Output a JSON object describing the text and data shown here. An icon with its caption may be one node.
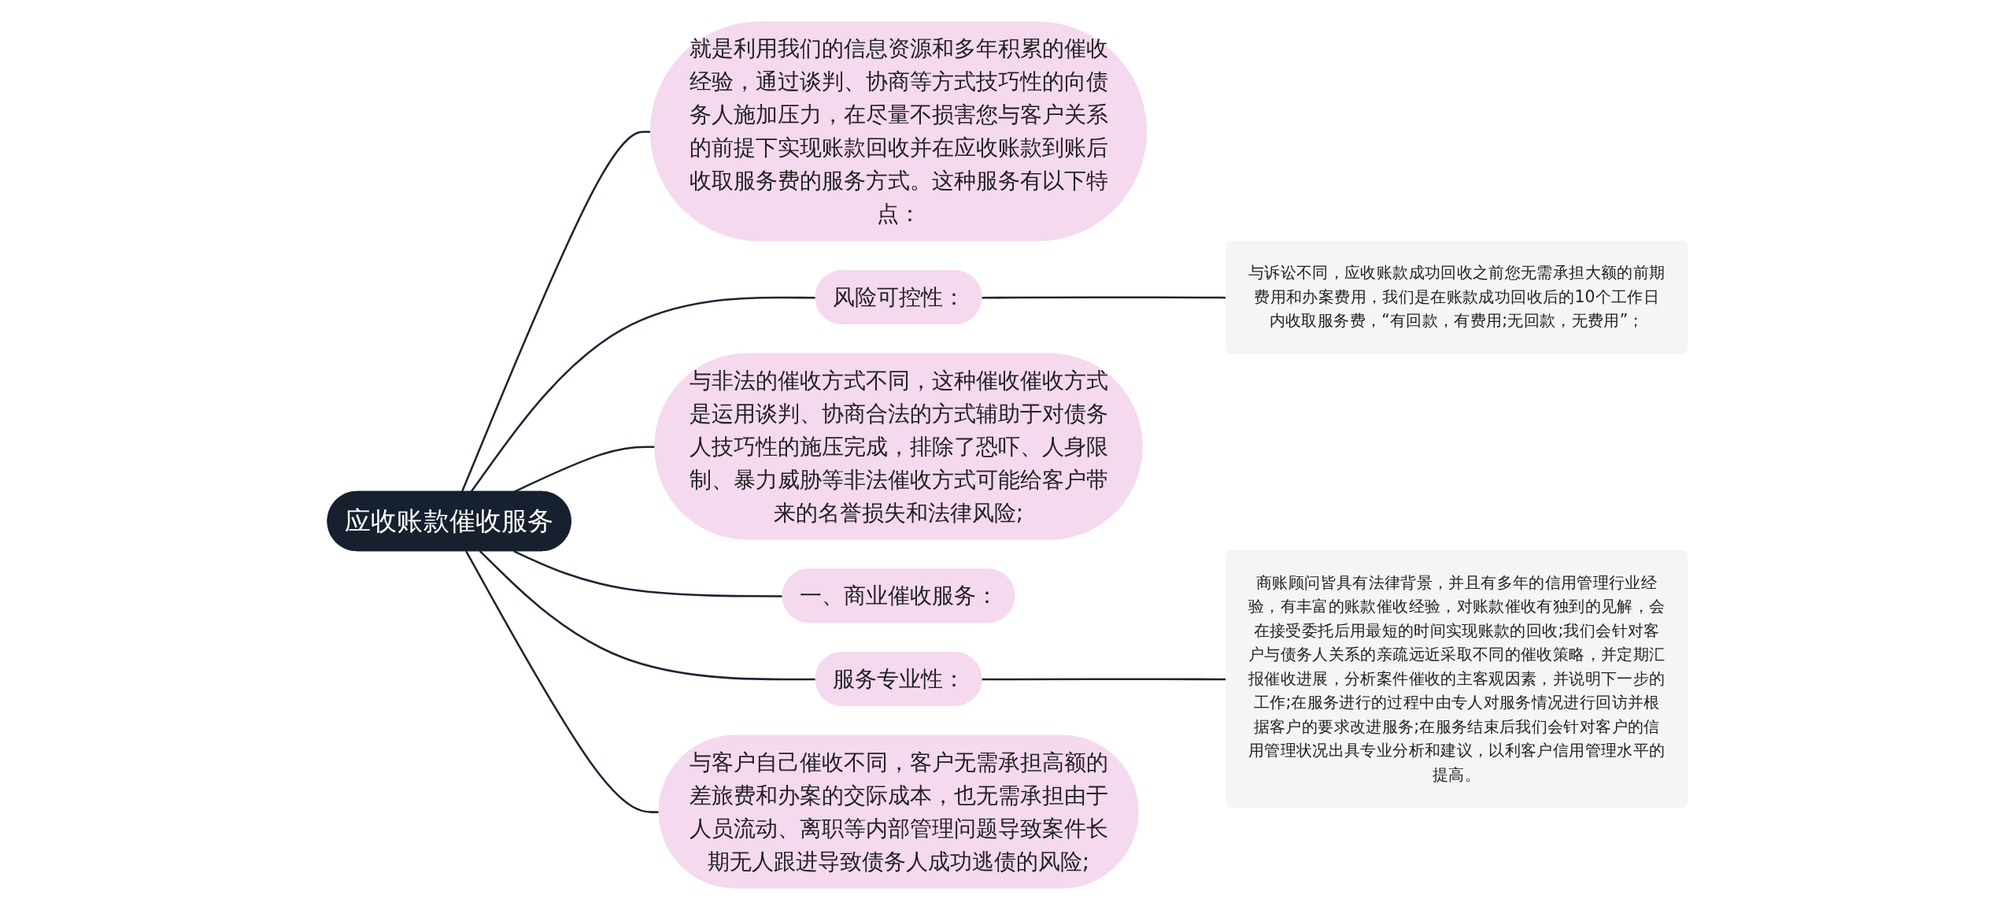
{
  "diagram": {
    "nodes": [
      {
        "text": [
          "应收账款催收服务"
        ]
      },
      {
        "text": [
          "就是利用我们的信息资源和多年积累的催收经验，通过谈判、协商等方式技巧性的向债务人施加压力，在尽量不损害您与客户关系的前提下实现账款回收并在应收账款到账后收取服务费的服务方式。这种服务有以下特点："
        ]
      },
      {
        "text": [
          "风险可控性："
        ]
      },
      {
        "text": [
          "与诉讼不同，应收账款成功回收之前您无需承担大额的前期费用和办案费用，我们是在账款成功回收后的10个工作日内收取服务费，“有回款，有费用;无回款，无费用”；"
        ]
      },
      {
        "text": [
          "与非法的催收方式不同，这种催收催收方式是运用谈判、协商合法的方式辅助于对债务人技巧性的施压完成，排除了恐吓、人身限制、暴力威胁等非法催收方式可能给客户带来的名誉损失和法律风险;"
        ]
      },
      {
        "text": [
          "一、商业催收服务："
        ]
      },
      {
        "text": [
          "服务专业性："
        ]
      },
      {
        "text": [
          "商账顾问皆具有法律背景，并且有多年的信用管理行业经验，有丰富的账款催收经验，对账款催收有独到的见解，会在接受委托后用最短的时间实现账款的回收;我们会针对客户与债务人关系的亲疏远近采取不同的催收策略，并定期汇报催收进展，分析案件催收的主客观因素，并说明下一步的工作;在服务进行的过程中由专人对服务情况进行回访并根据客户的要求改进服务;在服务结束后我们会针对客户的信用管理状况出具专业分析和建议，以利客户信用管理水平的提高。"
        ]
      },
      {
        "text": [
          "与客户自己催收不同，客户无需承担高额的差旅费和办案的交际成本，也无需承担由于人员流动、离职等内部管理问题导致案件长期无人跟进导致债务人成功逃债的风险;"
        ]
      }
    ],
    "edges": [
      {
        "from": 0,
        "to": 1,
        "arrow": "none"
      },
      {
        "from": 0,
        "to": 2,
        "arrow": "none"
      },
      {
        "from": 2,
        "to": 3,
        "arrow": "none"
      },
      {
        "from": 0,
        "to": 4,
        "arrow": "none"
      },
      {
        "from": 0,
        "to": 5,
        "arrow": "none"
      },
      {
        "from": 0,
        "to": 6,
        "arrow": "none"
      },
      {
        "from": 6,
        "to": 7,
        "arrow": "none"
      },
      {
        "from": 0,
        "to": 8,
        "arrow": "none"
      }
    ]
  }
}
